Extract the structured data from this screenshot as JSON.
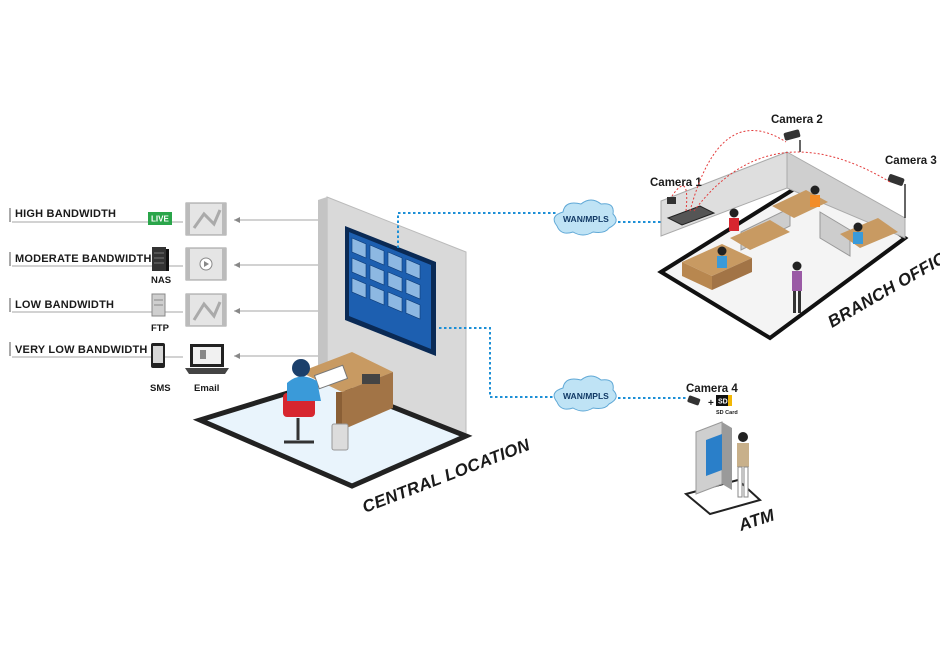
{
  "bandwidth_tiers": [
    {
      "label": "HIGH BANDWIDTH",
      "device": "LIVE"
    },
    {
      "label": "MODERATE BANDWIDTH",
      "device": "NAS"
    },
    {
      "label": "LOW BANDWIDTH",
      "device": "FTP"
    },
    {
      "label": "VERY LOW BANDWIDTH",
      "device": "SMS",
      "device2": "Email"
    }
  ],
  "locations": {
    "central": "CENTRAL LOCATION",
    "branch": "BRANCH OFFICE",
    "atm": "ATM"
  },
  "network": {
    "link_top": "WAN/MPLS",
    "link_bottom": "WAN/MPLS"
  },
  "cameras": {
    "camera1": "Camera 1",
    "camera2": "Camera 2",
    "camera3": "Camera 3",
    "camera4": "Camera 4"
  },
  "atm_storage": {
    "plus": "+",
    "sd_badge": "SD",
    "sd_label": "SD Card"
  },
  "colors": {
    "network_link": "#1c8fd6",
    "camera_link": "#e33b3b",
    "live_badge": "#2aa54a",
    "screen": "#1d5fb0",
    "cloud": "#bfe3f5"
  }
}
